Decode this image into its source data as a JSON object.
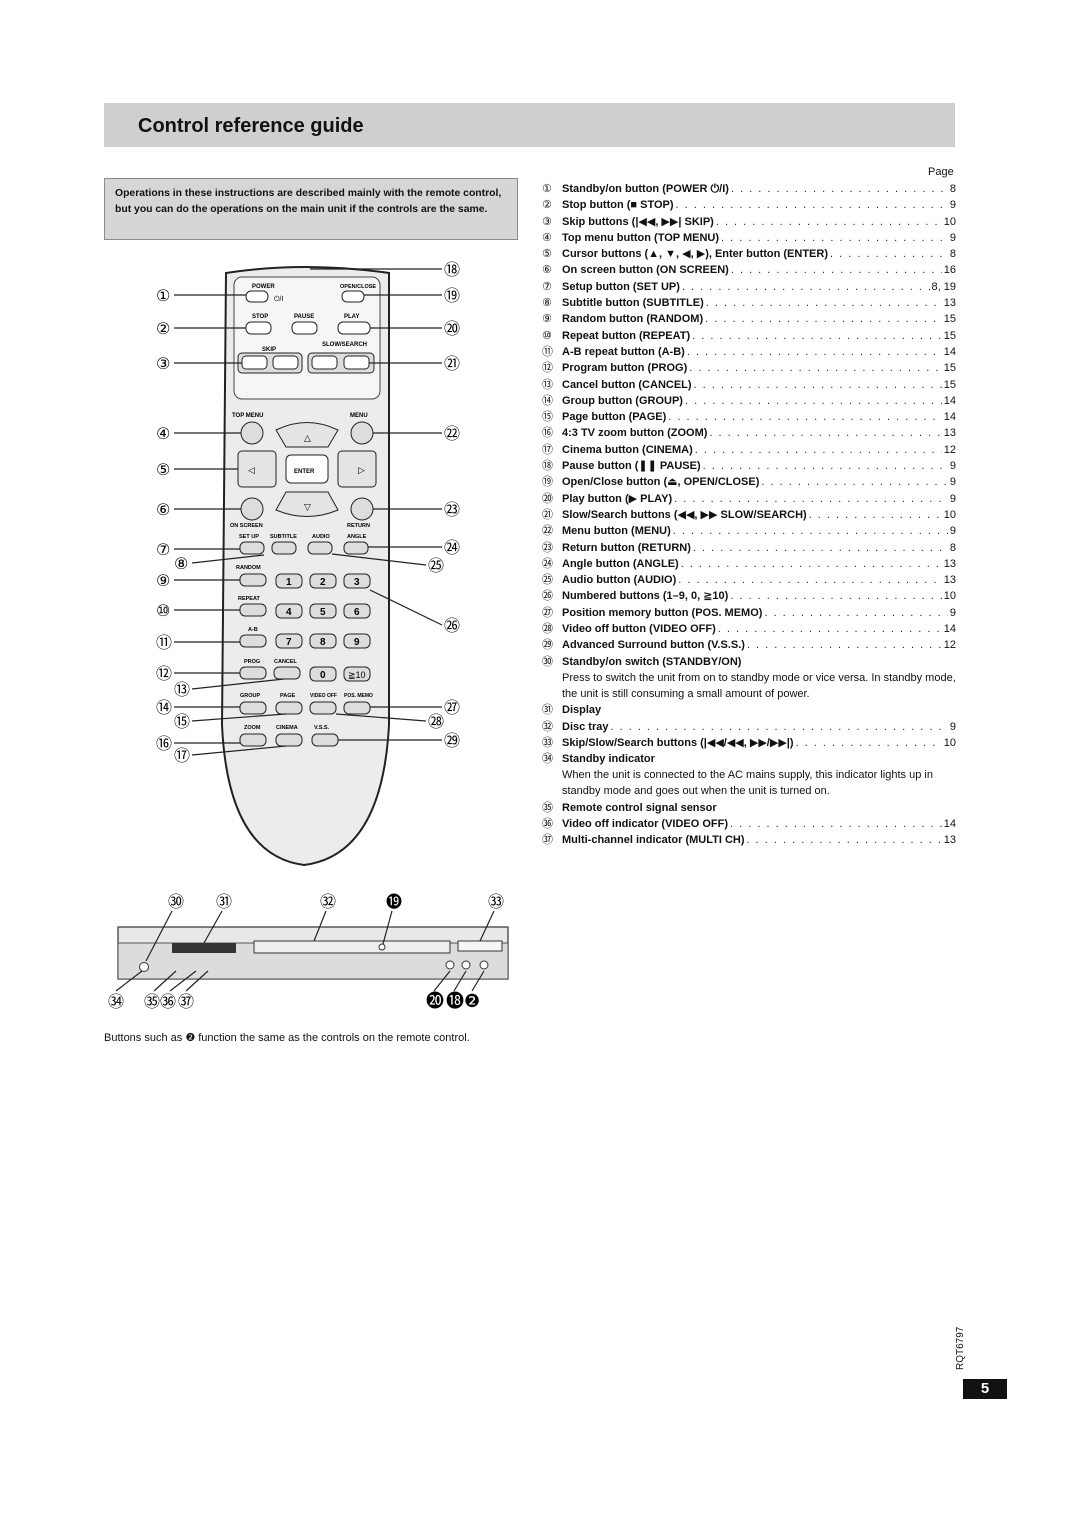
{
  "title": "Control reference guide",
  "note": "Operations in these instructions are described mainly with the remote control, but you can do the operations on the main unit if the controls are the same.",
  "page_header": "Page",
  "items": [
    {
      "num": "①",
      "label": "Standby/on button (POWER ⏻/I)",
      "page": "8"
    },
    {
      "num": "②",
      "label": "Stop button (■ STOP)",
      "page": "9"
    },
    {
      "num": "③",
      "label": "Skip buttons (|◀◀, ▶▶| SKIP)",
      "page": "10"
    },
    {
      "num": "④",
      "label": "Top menu button (TOP MENU)",
      "page": "9"
    },
    {
      "num": "⑤",
      "label": "Cursor buttons (▲, ▼, ◀, ▶), Enter button (ENTER)",
      "page": "8"
    },
    {
      "num": "⑥",
      "label": "On screen button (ON SCREEN)",
      "page": "16"
    },
    {
      "num": "⑦",
      "label": "Setup button (SET UP)",
      "page": "8, 19"
    },
    {
      "num": "⑧",
      "label": "Subtitle button (SUBTITLE)",
      "page": "13"
    },
    {
      "num": "⑨",
      "label": "Random button (RANDOM)",
      "page": "15"
    },
    {
      "num": "⑩",
      "label": "Repeat button (REPEAT)",
      "page": "15"
    },
    {
      "num": "⑪",
      "label": "A-B repeat button (A-B)",
      "page": "14"
    },
    {
      "num": "⑫",
      "label": "Program button (PROG)",
      "page": "15"
    },
    {
      "num": "⑬",
      "label": "Cancel button (CANCEL)",
      "page": "15"
    },
    {
      "num": "⑭",
      "label": "Group button (GROUP)",
      "page": "14"
    },
    {
      "num": "⑮",
      "label": "Page button (PAGE)",
      "page": "14"
    },
    {
      "num": "⑯",
      "label": "4:3 TV zoom button (ZOOM)",
      "page": "13"
    },
    {
      "num": "⑰",
      "label": "Cinema button (CINEMA)",
      "page": "12"
    },
    {
      "num": "⑱",
      "label": "Pause button (❚❚ PAUSE)",
      "page": "9"
    },
    {
      "num": "⑲",
      "label": "Open/Close button (⏏, OPEN/CLOSE)",
      "page": "9"
    },
    {
      "num": "⑳",
      "label": "Play button (▶ PLAY)",
      "page": "9"
    },
    {
      "num": "㉑",
      "label": "Slow/Search buttons (◀◀, ▶▶ SLOW/SEARCH)",
      "page": "10"
    },
    {
      "num": "㉒",
      "label": "Menu button (MENU)",
      "page": "9"
    },
    {
      "num": "㉓",
      "label": "Return button (RETURN)",
      "page": "8"
    },
    {
      "num": "㉔",
      "label": "Angle button (ANGLE)",
      "page": "13"
    },
    {
      "num": "㉕",
      "label": "Audio button (AUDIO)",
      "page": "13"
    },
    {
      "num": "㉖",
      "label": "Numbered buttons (1–9, 0, ≧10)",
      "page": "10"
    },
    {
      "num": "㉗",
      "label": "Position memory button (POS. MEMO)",
      "page": "9"
    },
    {
      "num": "㉘",
      "label": "Video off button (VIDEO OFF)",
      "page": "14"
    },
    {
      "num": "㉙",
      "label": "Advanced Surround button (V.S.S.)",
      "page": "12"
    },
    {
      "num": "㉚",
      "label": "Standby/on switch (STANDBY/ON)",
      "page": "",
      "desc": "Press to switch the unit from on to standby mode or vice versa. In standby mode, the unit is still consuming a small amount of power."
    },
    {
      "num": "㉛",
      "label": "Display",
      "page": ""
    },
    {
      "num": "㉜",
      "label": "Disc tray",
      "page": "9"
    },
    {
      "num": "㉝",
      "label": "Skip/Slow/Search buttons (|◀◀/◀◀, ▶▶/▶▶|)",
      "page": "10"
    },
    {
      "num": "㉞",
      "label": "Standby indicator",
      "page": "",
      "desc": "When the unit is connected to the AC mains supply, this indicator lights up in standby mode and goes out when the unit is turned on."
    },
    {
      "num": "㉟",
      "label": "Remote control signal sensor",
      "page": ""
    },
    {
      "num": "㊱",
      "label": "Video off indicator (VIDEO OFF)",
      "page": "14"
    },
    {
      "num": "㊲",
      "label": "Multi-channel indicator (MULTI CH)",
      "page": "13"
    }
  ],
  "remote": {
    "labels": {
      "power": "POWER",
      "open_close": "OPEN/CLOSE",
      "stop": "STOP",
      "pause": "PAUSE",
      "play": "PLAY",
      "skip": "SKIP",
      "slow_search": "SLOW/SEARCH",
      "top_menu": "TOP MENU",
      "menu": "MENU",
      "enter": "ENTER",
      "on_screen": "ON SCREEN",
      "return": "RETURN",
      "set_up": "SET UP",
      "subtitle": "SUBTITLE",
      "audio": "AUDIO",
      "angle": "ANGLE",
      "random": "RANDOM",
      "repeat": "REPEAT",
      "ab": "A-B",
      "prog": "PROG",
      "cancel": "CANCEL",
      "group": "GROUP",
      "page": "PAGE",
      "video_off": "VIDEO OFF",
      "pos_memo": "POS. MEMO",
      "zoom": "ZOOM",
      "cinema": "CINEMA",
      "vss": "V.S.S.",
      "ge10": "≧10"
    },
    "digits": [
      "1",
      "2",
      "3",
      "4",
      "5",
      "6",
      "7",
      "8",
      "9",
      "0"
    ],
    "callouts_left": [
      "①",
      "②",
      "③",
      "④",
      "⑤",
      "⑥",
      "⑦",
      "⑧",
      "⑨",
      "⑩",
      "⑪",
      "⑫",
      "⑬",
      "⑭",
      "⑮",
      "⑯",
      "⑰"
    ],
    "callouts_right": [
      "⑱",
      "⑲",
      "⑳",
      "㉑",
      "㉒",
      "㉓",
      "㉔",
      "㉕",
      "㉖",
      "㉗",
      "㉘",
      "㉙"
    ]
  },
  "unit": {
    "callouts_top": [
      "㉚",
      "㉛",
      "㉜",
      "⓳",
      "㉝"
    ],
    "callouts_bottom": [
      "㉞",
      "㉟",
      "㊱",
      "㊲"
    ],
    "callouts_bottom_right": [
      "⓴",
      "⓲",
      "❷"
    ]
  },
  "caption": "Buttons such as ❷ function the same as the controls on the remote control.",
  "doc_code": "RQT6797",
  "page_number": "5"
}
